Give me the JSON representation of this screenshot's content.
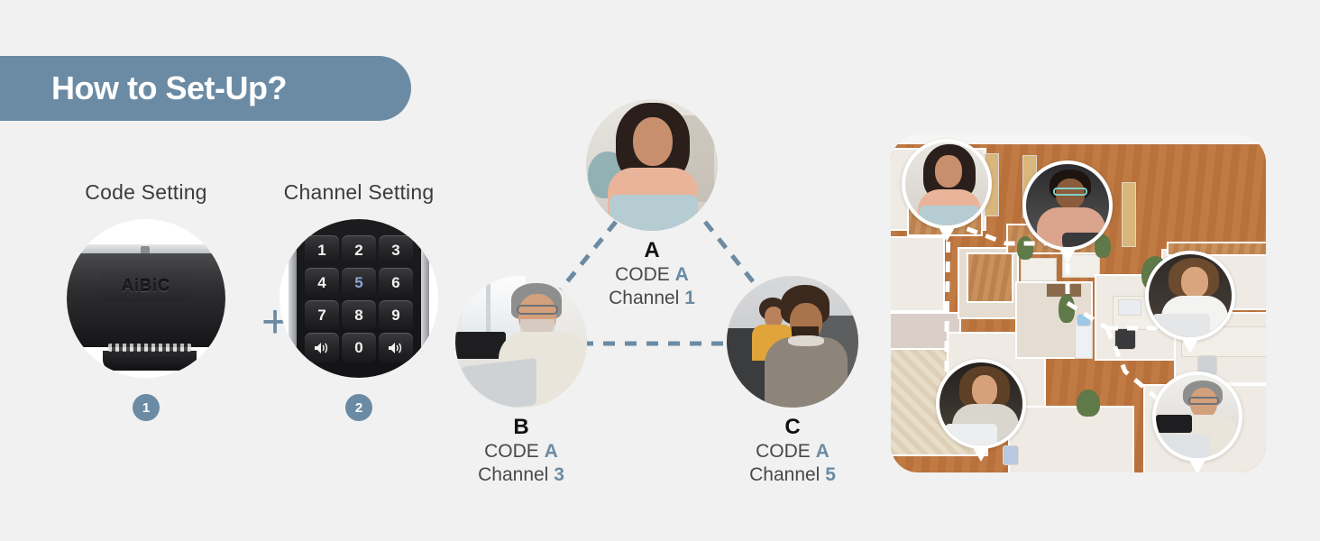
{
  "page": {
    "background_color": "#f1f1f1",
    "accent_color": "#6b8ba4",
    "text_color": "#3c3c3c"
  },
  "header": {
    "title": "How to Set-Up?"
  },
  "setup": {
    "plus_symbol": "+",
    "steps": [
      {
        "label": "Code Setting",
        "badge": "1",
        "image_name": "intercom-device-photo",
        "device_logo": "AiBiC"
      },
      {
        "label": "Channel Setting",
        "badge": "2",
        "image_name": "keypad-photo",
        "keypad_keys": [
          "1",
          "2",
          "3",
          "4",
          "5",
          "6",
          "7",
          "8",
          "9",
          "volume-down-icon",
          "0",
          "volume-up-icon"
        ],
        "highlighted_key": "5"
      }
    ]
  },
  "network": {
    "code_label": "CODE",
    "channel_label": "Channel",
    "nodes": [
      {
        "letter": "A",
        "code": "A",
        "channel": "1",
        "photo_name": "person-a-photo"
      },
      {
        "letter": "B",
        "code": "A",
        "channel": "3",
        "photo_name": "person-b-photo"
      },
      {
        "letter": "C",
        "code": "A",
        "channel": "5",
        "photo_name": "person-c-photo"
      }
    ],
    "link_color": "#6b8ba4",
    "link_style": "dashed"
  },
  "office": {
    "image_name": "isometric-office-floorplan",
    "bubble_count": 5,
    "link_color": "#ffffff",
    "link_style": "dashed",
    "bubbles": [
      {
        "name": "office-person-1",
        "position": "top-left"
      },
      {
        "name": "office-person-2",
        "position": "top-center"
      },
      {
        "name": "office-person-3",
        "position": "right"
      },
      {
        "name": "office-person-4",
        "position": "bottom-left"
      },
      {
        "name": "office-person-5",
        "position": "bottom-right"
      }
    ]
  }
}
